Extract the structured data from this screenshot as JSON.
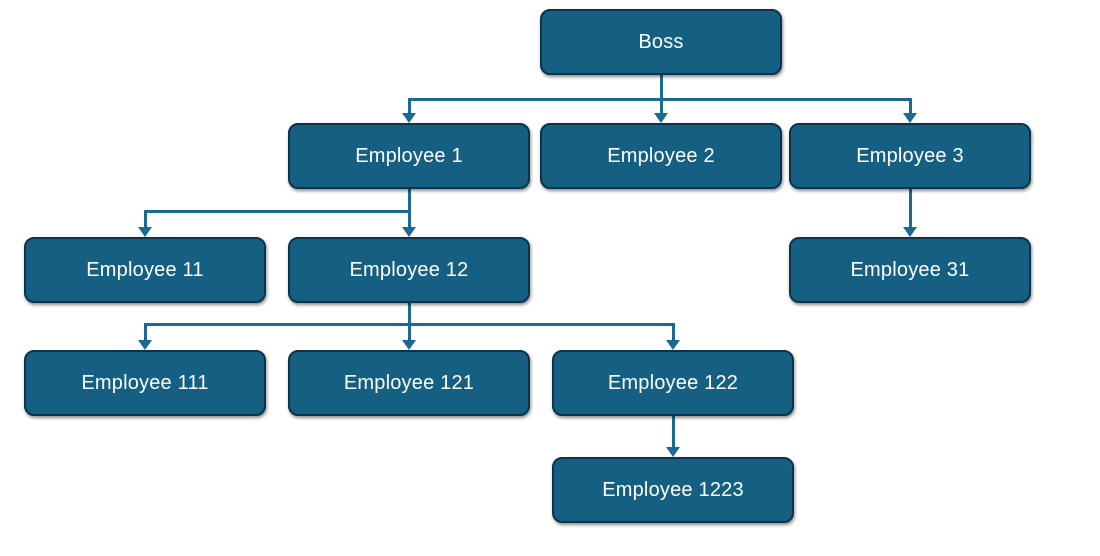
{
  "diagram": {
    "type": "org-chart",
    "background": "#ffffff",
    "colors": {
      "node_fill": "#156082",
      "node_border": "#0d3349",
      "connector": "#1b6a94",
      "node_text": "#ffffff"
    },
    "nodes": [
      {
        "id": "boss",
        "label": "Boss",
        "parent": null
      },
      {
        "id": "employee-1",
        "label": "Employee 1",
        "parent": "boss"
      },
      {
        "id": "employee-2",
        "label": "Employee 2",
        "parent": "boss"
      },
      {
        "id": "employee-3",
        "label": "Employee 3",
        "parent": "boss"
      },
      {
        "id": "employee-11",
        "label": "Employee 11",
        "parent": "employee-1"
      },
      {
        "id": "employee-12",
        "label": "Employee 12",
        "parent": "employee-1"
      },
      {
        "id": "employee-31",
        "label": "Employee 31",
        "parent": "employee-3"
      },
      {
        "id": "employee-111",
        "label": "Employee 111",
        "parent": "employee-12"
      },
      {
        "id": "employee-121",
        "label": "Employee 121",
        "parent": "employee-12"
      },
      {
        "id": "employee-122",
        "label": "Employee 122",
        "parent": "employee-12"
      },
      {
        "id": "employee-1223",
        "label": "Employee 1223",
        "parent": "employee-122"
      }
    ],
    "edges": [
      {
        "from": "Boss",
        "to": "Employee 1"
      },
      {
        "from": "Boss",
        "to": "Employee 2"
      },
      {
        "from": "Boss",
        "to": "Employee 3"
      },
      {
        "from": "Employee 1",
        "to": "Employee 11"
      },
      {
        "from": "Employee 1",
        "to": "Employee 12"
      },
      {
        "from": "Employee 3",
        "to": "Employee 31"
      },
      {
        "from": "Employee 12",
        "to": "Employee 111"
      },
      {
        "from": "Employee 12",
        "to": "Employee 121"
      },
      {
        "from": "Employee 12",
        "to": "Employee 122"
      },
      {
        "from": "Employee 122",
        "to": "Employee 1223"
      }
    ]
  }
}
